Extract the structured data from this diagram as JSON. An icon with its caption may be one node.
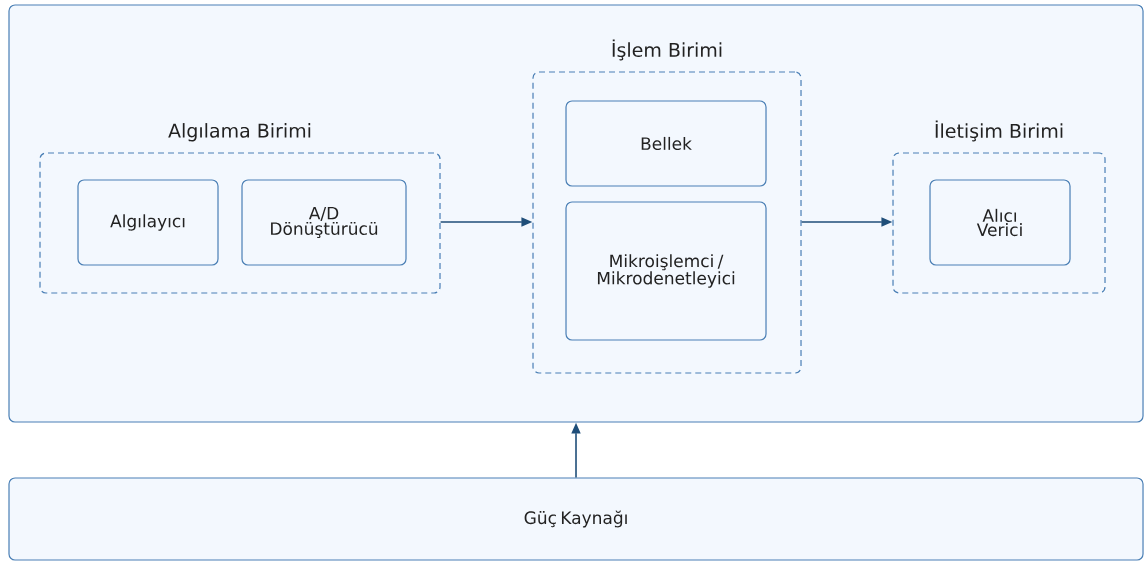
{
  "diagram": {
    "nodes": [
      {
        "text": [],
        "shape": "box"
      },
      {
        "text": [
          "Algılama Birimi"
        ],
        "in": 0
      },
      {
        "text": [
          "Algılayıcı"
        ],
        "in": 1
      },
      {
        "text": [
          "A/D Dönüştürücü"
        ],
        "in": 1
      },
      {
        "text": [
          "İşlem Birimi"
        ],
        "in": 0
      },
      {
        "text": [
          "Bellek"
        ],
        "in": 4
      },
      {
        "text": [
          "Mikroişlemci / Mikrodenetleyici"
        ],
        "in": 4
      },
      {
        "text": [
          "İletişim Birimi"
        ],
        "in": 0
      },
      {
        "text": [
          "Alıcı Verici"
        ],
        "in": 7
      },
      {
        "text": [
          "Güç Kaynağı"
        ]
      }
    ],
    "edges": [
      {
        "from": 1,
        "to": 4,
        "arrow": "to"
      },
      {
        "from": 4,
        "to": 7,
        "arrow": "to"
      },
      {
        "from": 9,
        "to": 0,
        "arrow": "to"
      }
    ]
  }
}
